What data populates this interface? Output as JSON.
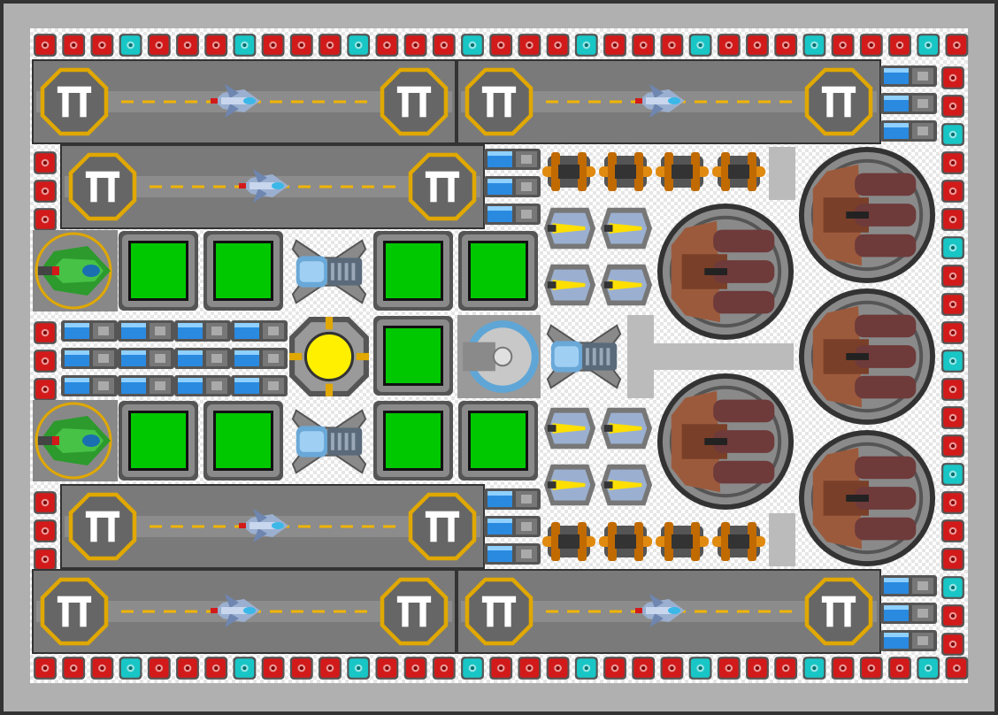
{
  "game": {
    "type": "spaceship-base-builder",
    "colors": {
      "frame": "#333333",
      "hull_red": "#d21a1a",
      "hull_cyan": "#19c6c6",
      "runway": "#7a7a7a",
      "stripe": "#f0b400",
      "pad_ring": "#e0a800",
      "storage_green": "#00c800",
      "core_yellow": "#fff000",
      "turret_brown": "#9c5a3c",
      "battery_blue": "#2a8ae0",
      "missile_yellow": "#ffdf00",
      "cannon_orange": "#e08a10"
    },
    "landing_pads": {
      "icon": "pad-logo-icon",
      "count": 12
    },
    "ships": {
      "icon": "fighter-ship-icon",
      "count": 6
    },
    "hangars": {
      "icon": "green-fighter-icon",
      "count": 2
    },
    "storage_bays": {
      "icon": "storage-bay",
      "count": 9
    },
    "core": {
      "icon": "reactor-core-icon"
    },
    "turrets": {
      "heavy": {
        "icon": "triple-barrel-turret-icon",
        "count": 5
      },
      "missile": {
        "icon": "missile-launcher-icon",
        "count": 8
      },
      "cannon": {
        "icon": "orange-cannon-icon",
        "count": 8
      },
      "thruster": {
        "icon": "engine-thruster-icon",
        "count": 3
      }
    },
    "hull_blocks": {
      "icon": "hull-block-icon"
    }
  }
}
